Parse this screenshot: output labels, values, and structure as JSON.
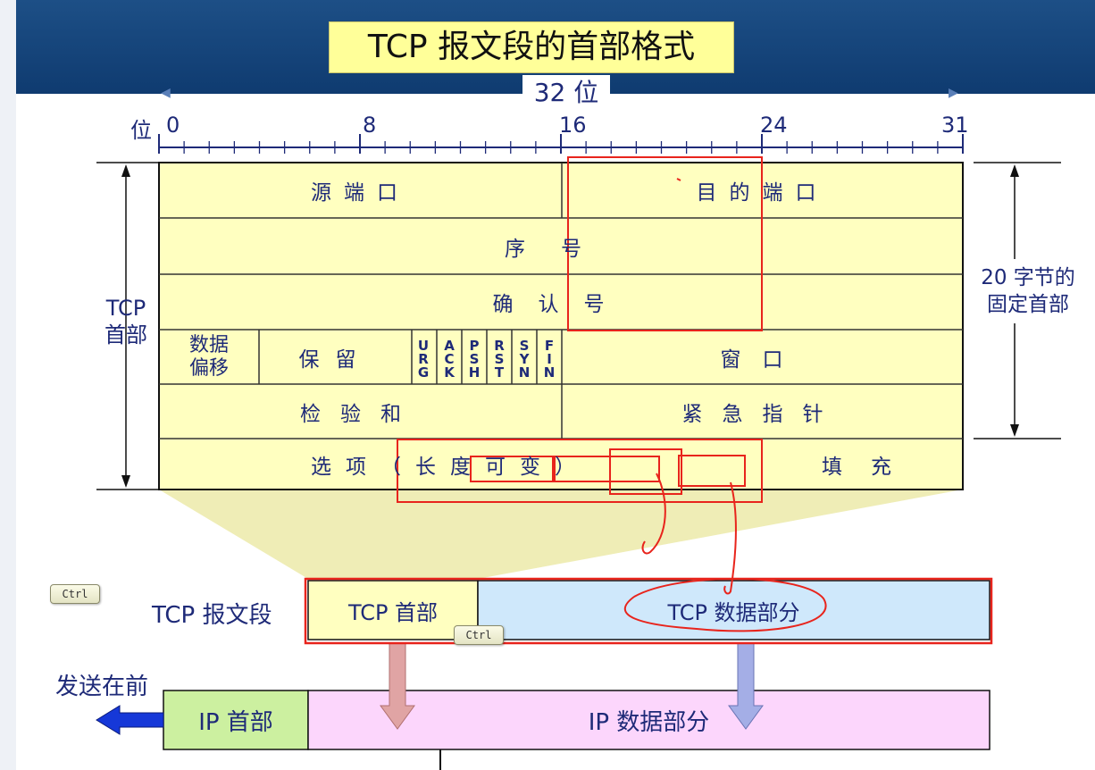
{
  "header": {
    "title": "TCP 报文段的首部格式",
    "bits": "32 位"
  },
  "ruler": {
    "unit": "位",
    "ticks": [
      "0",
      "8",
      "16",
      "24",
      "31"
    ]
  },
  "header_fields": {
    "src_port": "源端口",
    "dst_port": "目的端口",
    "seq": "序号",
    "ack_no": "确认号",
    "data_offset_line1": "数据",
    "data_offset_line2": "偏移",
    "reserved": "保留",
    "flags": [
      "URG",
      "ACK",
      "PSH",
      "RST",
      "SYN",
      "FIN"
    ],
    "window": "窗口",
    "checksum": "检验和",
    "urgent_ptr": "紧急指针",
    "options": "选项（长度可变）",
    "padding": "填充"
  },
  "side_labels": {
    "tcp_header_line1": "TCP",
    "tcp_header_line2": "首部",
    "fixed_line1": "20 字节的",
    "fixed_line2": "固定首部"
  },
  "segment": {
    "label": "TCP 报文段",
    "header": "TCP 首部",
    "data": "TCP 数据部分"
  },
  "ip": {
    "send_first": "发送在前",
    "header": "IP 首部",
    "data": "IP 数据部分"
  },
  "keys": {
    "ctrl": "Ctrl"
  },
  "colors": {
    "banner": "#1d4f86",
    "header_fill": "#ffffc0",
    "tcp_data_fill": "#cfe8fb",
    "ip_header_fill": "#ccf0a0",
    "ip_data_fill": "#fcd6fc",
    "annotation_red": "#e8241c",
    "text_blue": "#1e2a78"
  }
}
